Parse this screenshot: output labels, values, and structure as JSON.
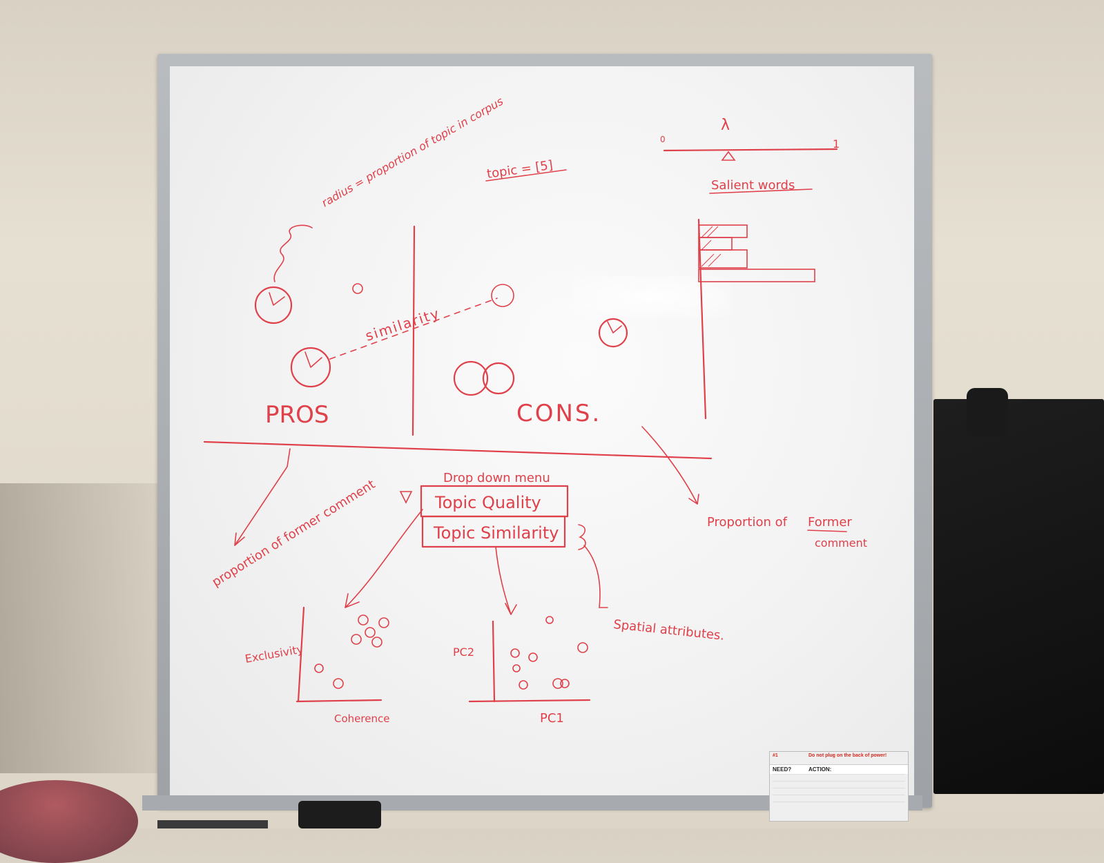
{
  "whiteboard": {
    "radius_note": "radius = proportion of topic in corpus",
    "topic_selector": "topic = [5]",
    "slider_min": "0",
    "slider_lambda": "λ",
    "slider_max": "1",
    "salient_words": "Salient words",
    "similarity": "similarity",
    "pros": "PROS",
    "cons": "CONS.",
    "dropdown_title": "Drop down menu",
    "dropdown_options": [
      "Topic Quality",
      "Topic Similarity"
    ],
    "left_note": "proportion of former comment",
    "right_note_prefix": "Proportion of",
    "right_note_word": "Former",
    "right_note_suffix": "comment",
    "spatial_attributes": "Spatial attributes.",
    "scatter_1": {
      "ylabel": "Exclusivity",
      "xlabel": "Coherence"
    },
    "scatter_2": {
      "ylabel": "PC2",
      "xlabel": "PC1"
    }
  },
  "sign": {
    "header_left": "#1",
    "header_right": "Do not plug on the back of power!",
    "col_need": "NEED?",
    "col_action": "ACTION:"
  },
  "colors": {
    "marker": "#e0404a",
    "board": "#f4f4f4",
    "frame": "#a9adb1",
    "wall": "#e2dccf"
  }
}
